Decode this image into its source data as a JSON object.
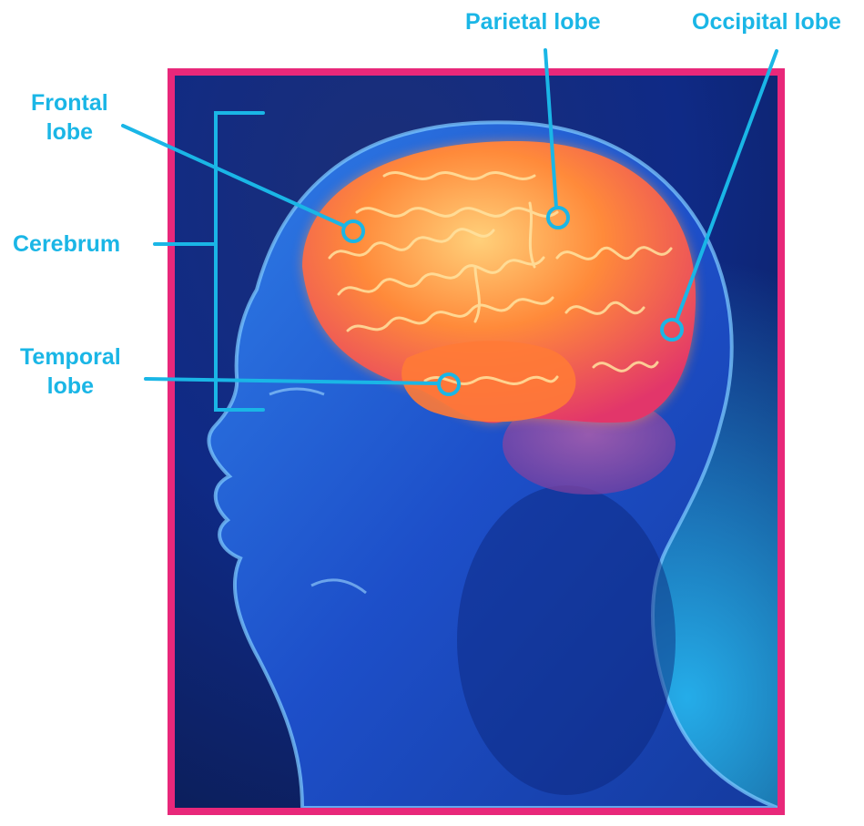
{
  "labels": {
    "frontal_line1": "Frontal",
    "frontal_line2": "lobe",
    "cerebrum": "Cerebrum",
    "temporal_line1": "Temporal",
    "temporal_line2": "lobe",
    "parietal": "Parietal lobe",
    "occipital": "Occipital lobe"
  },
  "colors": {
    "label": "#1ab6e6",
    "frame": "#e8287a",
    "brain": "#ff7a2e",
    "background_dark": "#0b1a4a",
    "background_light": "#1fa6e8"
  }
}
